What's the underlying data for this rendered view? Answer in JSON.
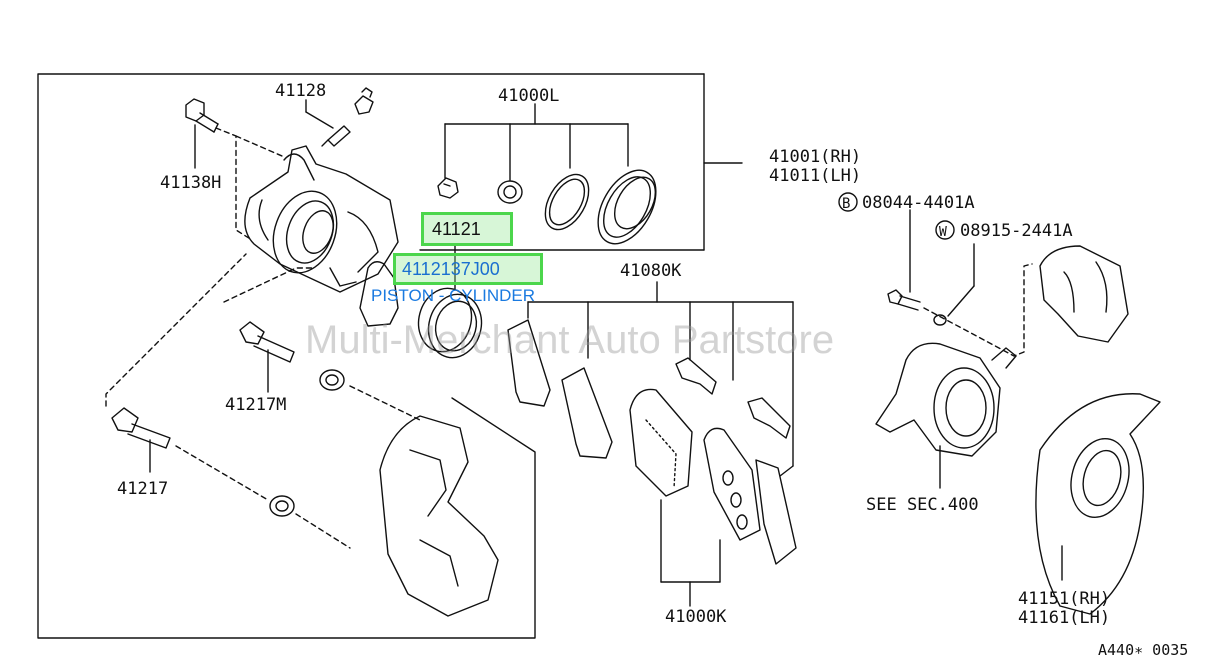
{
  "watermark": "Multi-Merchant Auto Partstore",
  "part_numbers": {
    "p41128": "41128",
    "p41138h": "41138H",
    "p41000l": "41000L",
    "p41001rh": "41001(RH)",
    "p41011lh": "41011(LH)",
    "p41080k": "41080K",
    "p41217m": "41217M",
    "p41217": "41217",
    "p41000k": "41000K",
    "p08044": "08044-4401A",
    "p08044_prefix": "B",
    "p08915": "08915-2441A",
    "p08915_prefix": "W",
    "see_sec": "SEE SEC.400",
    "p41151rh": "41151(RH)",
    "p41161lh": "41161(LH)",
    "figure_code": "A440∗ 0035"
  },
  "highlight": {
    "callout_label": "41121",
    "selected_part_number": "4112137J00",
    "selected_part_desc": "PISTON - CYLINDER",
    "accent_color": "#4cd64c",
    "link_color": "#1a7ae0"
  }
}
